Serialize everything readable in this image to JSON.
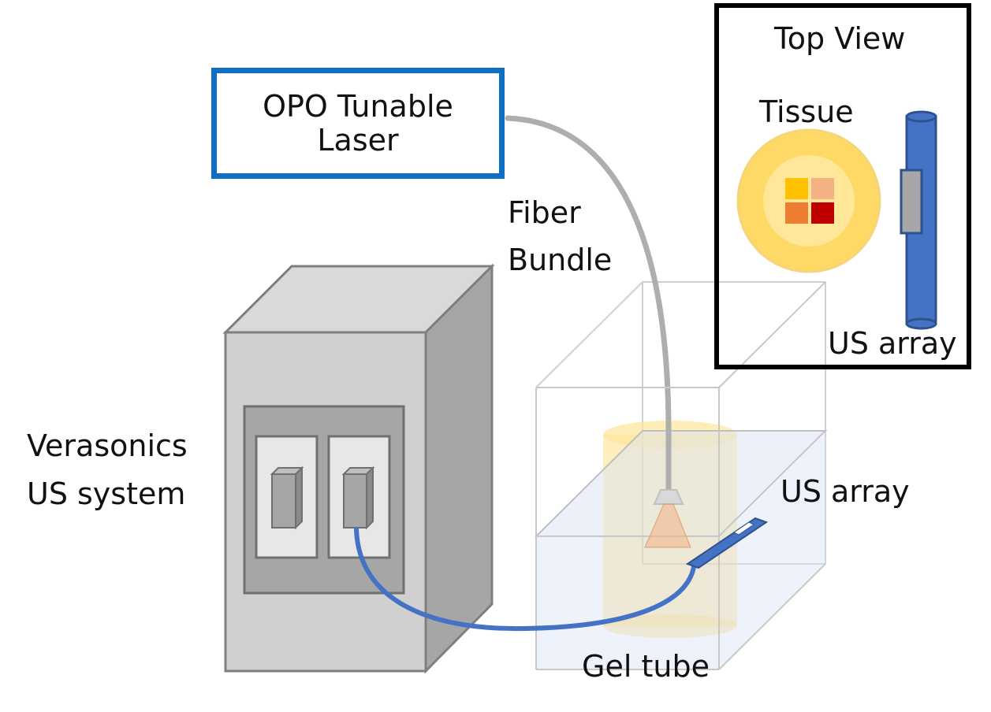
{
  "laser": {
    "line1": "OPO Tunable",
    "line2": "Laser"
  },
  "fiber": {
    "line1": "Fiber",
    "line2": "Bundle"
  },
  "us_system": {
    "line1": "Verasonics",
    "line2": "US system"
  },
  "us_array_label": "US array",
  "gel_tube_label": "Gel tube",
  "top_view": {
    "title": "Top View",
    "tissue_label": "Tissue",
    "us_array_label": "US array",
    "tissue_quadrants": [
      "#ffc000",
      "#f4b183",
      "#ed7d31",
      "#c00000"
    ]
  },
  "colors": {
    "laser_border": "#0f6fc4",
    "cable": "#4472c4",
    "array_body": "#4472c4",
    "fiber": "#aeaeae",
    "gel": "#ffd966",
    "device_front": "#d0d0d0",
    "device_side": "#a6a6a6",
    "device_top": "#d9d9d9"
  }
}
